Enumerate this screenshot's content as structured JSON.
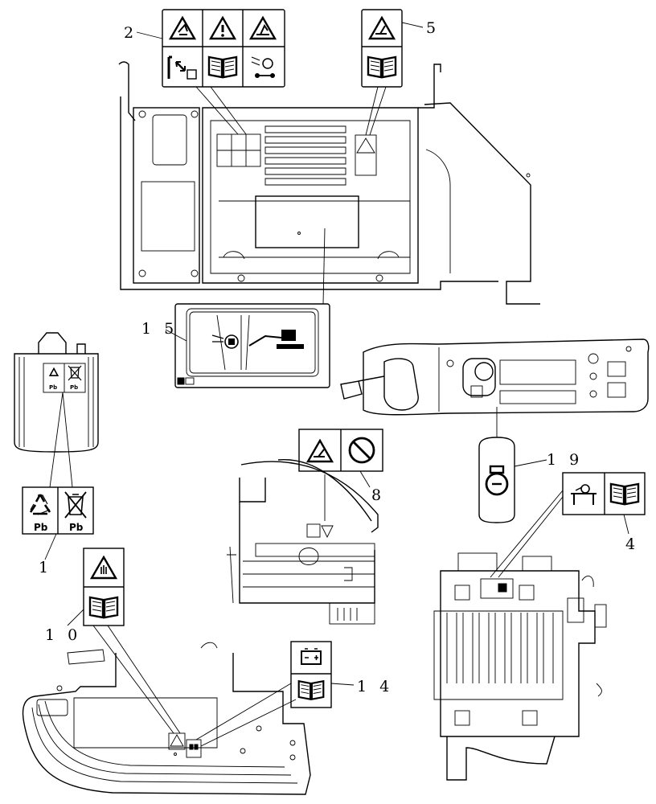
{
  "callouts": {
    "c1": "1",
    "c2": "2",
    "c4": "4",
    "c5": "5",
    "c8": "8",
    "c10": "1 0",
    "c14": "1 4",
    "c15": "1 5",
    "c19": "1 9"
  },
  "decal_1": {
    "pb_left": "Pb",
    "pb_right": "Pb"
  },
  "battery_decal": {
    "pb_left": "Pb",
    "pb_right": "Pb"
  },
  "icons": {
    "warning": "warning-triangle-icon",
    "manual": "open-book-icon",
    "recycle": "recycle-icon",
    "no_bin": "crossed-bin-icon",
    "battery": "battery-icon",
    "key": "ignition-key-icon"
  },
  "colors": {
    "line": "#000000",
    "background": "#ffffff"
  }
}
